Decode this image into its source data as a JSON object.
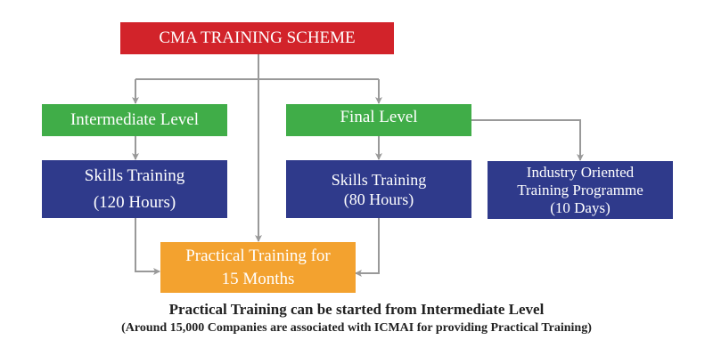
{
  "title": "CMA TRAINING SCHEME",
  "levels": {
    "intermediate": "Intermediate Level",
    "final": "Final Level"
  },
  "intermediate_skills": {
    "line1": "Skills Training",
    "line2": "(120 Hours)"
  },
  "final_skills": {
    "line1": "Skills Training",
    "line2": "(80 Hours)"
  },
  "industry": {
    "line1": "Industry Oriented",
    "line2": "Training Programme",
    "line3": "(10 Days)"
  },
  "practical": {
    "line1": "Practical Training for",
    "line2": "15 Months"
  },
  "caption": {
    "main": "Practical Training can be started from Intermediate Level",
    "sub": "(Around 15,000 Companies are associated with ICMAI for providing Practical Training)"
  },
  "colors": {
    "red": "#d2232a",
    "green": "#40ad48",
    "blue": "#2f3a8b",
    "orange": "#f3a22f",
    "connector": "#999999"
  }
}
